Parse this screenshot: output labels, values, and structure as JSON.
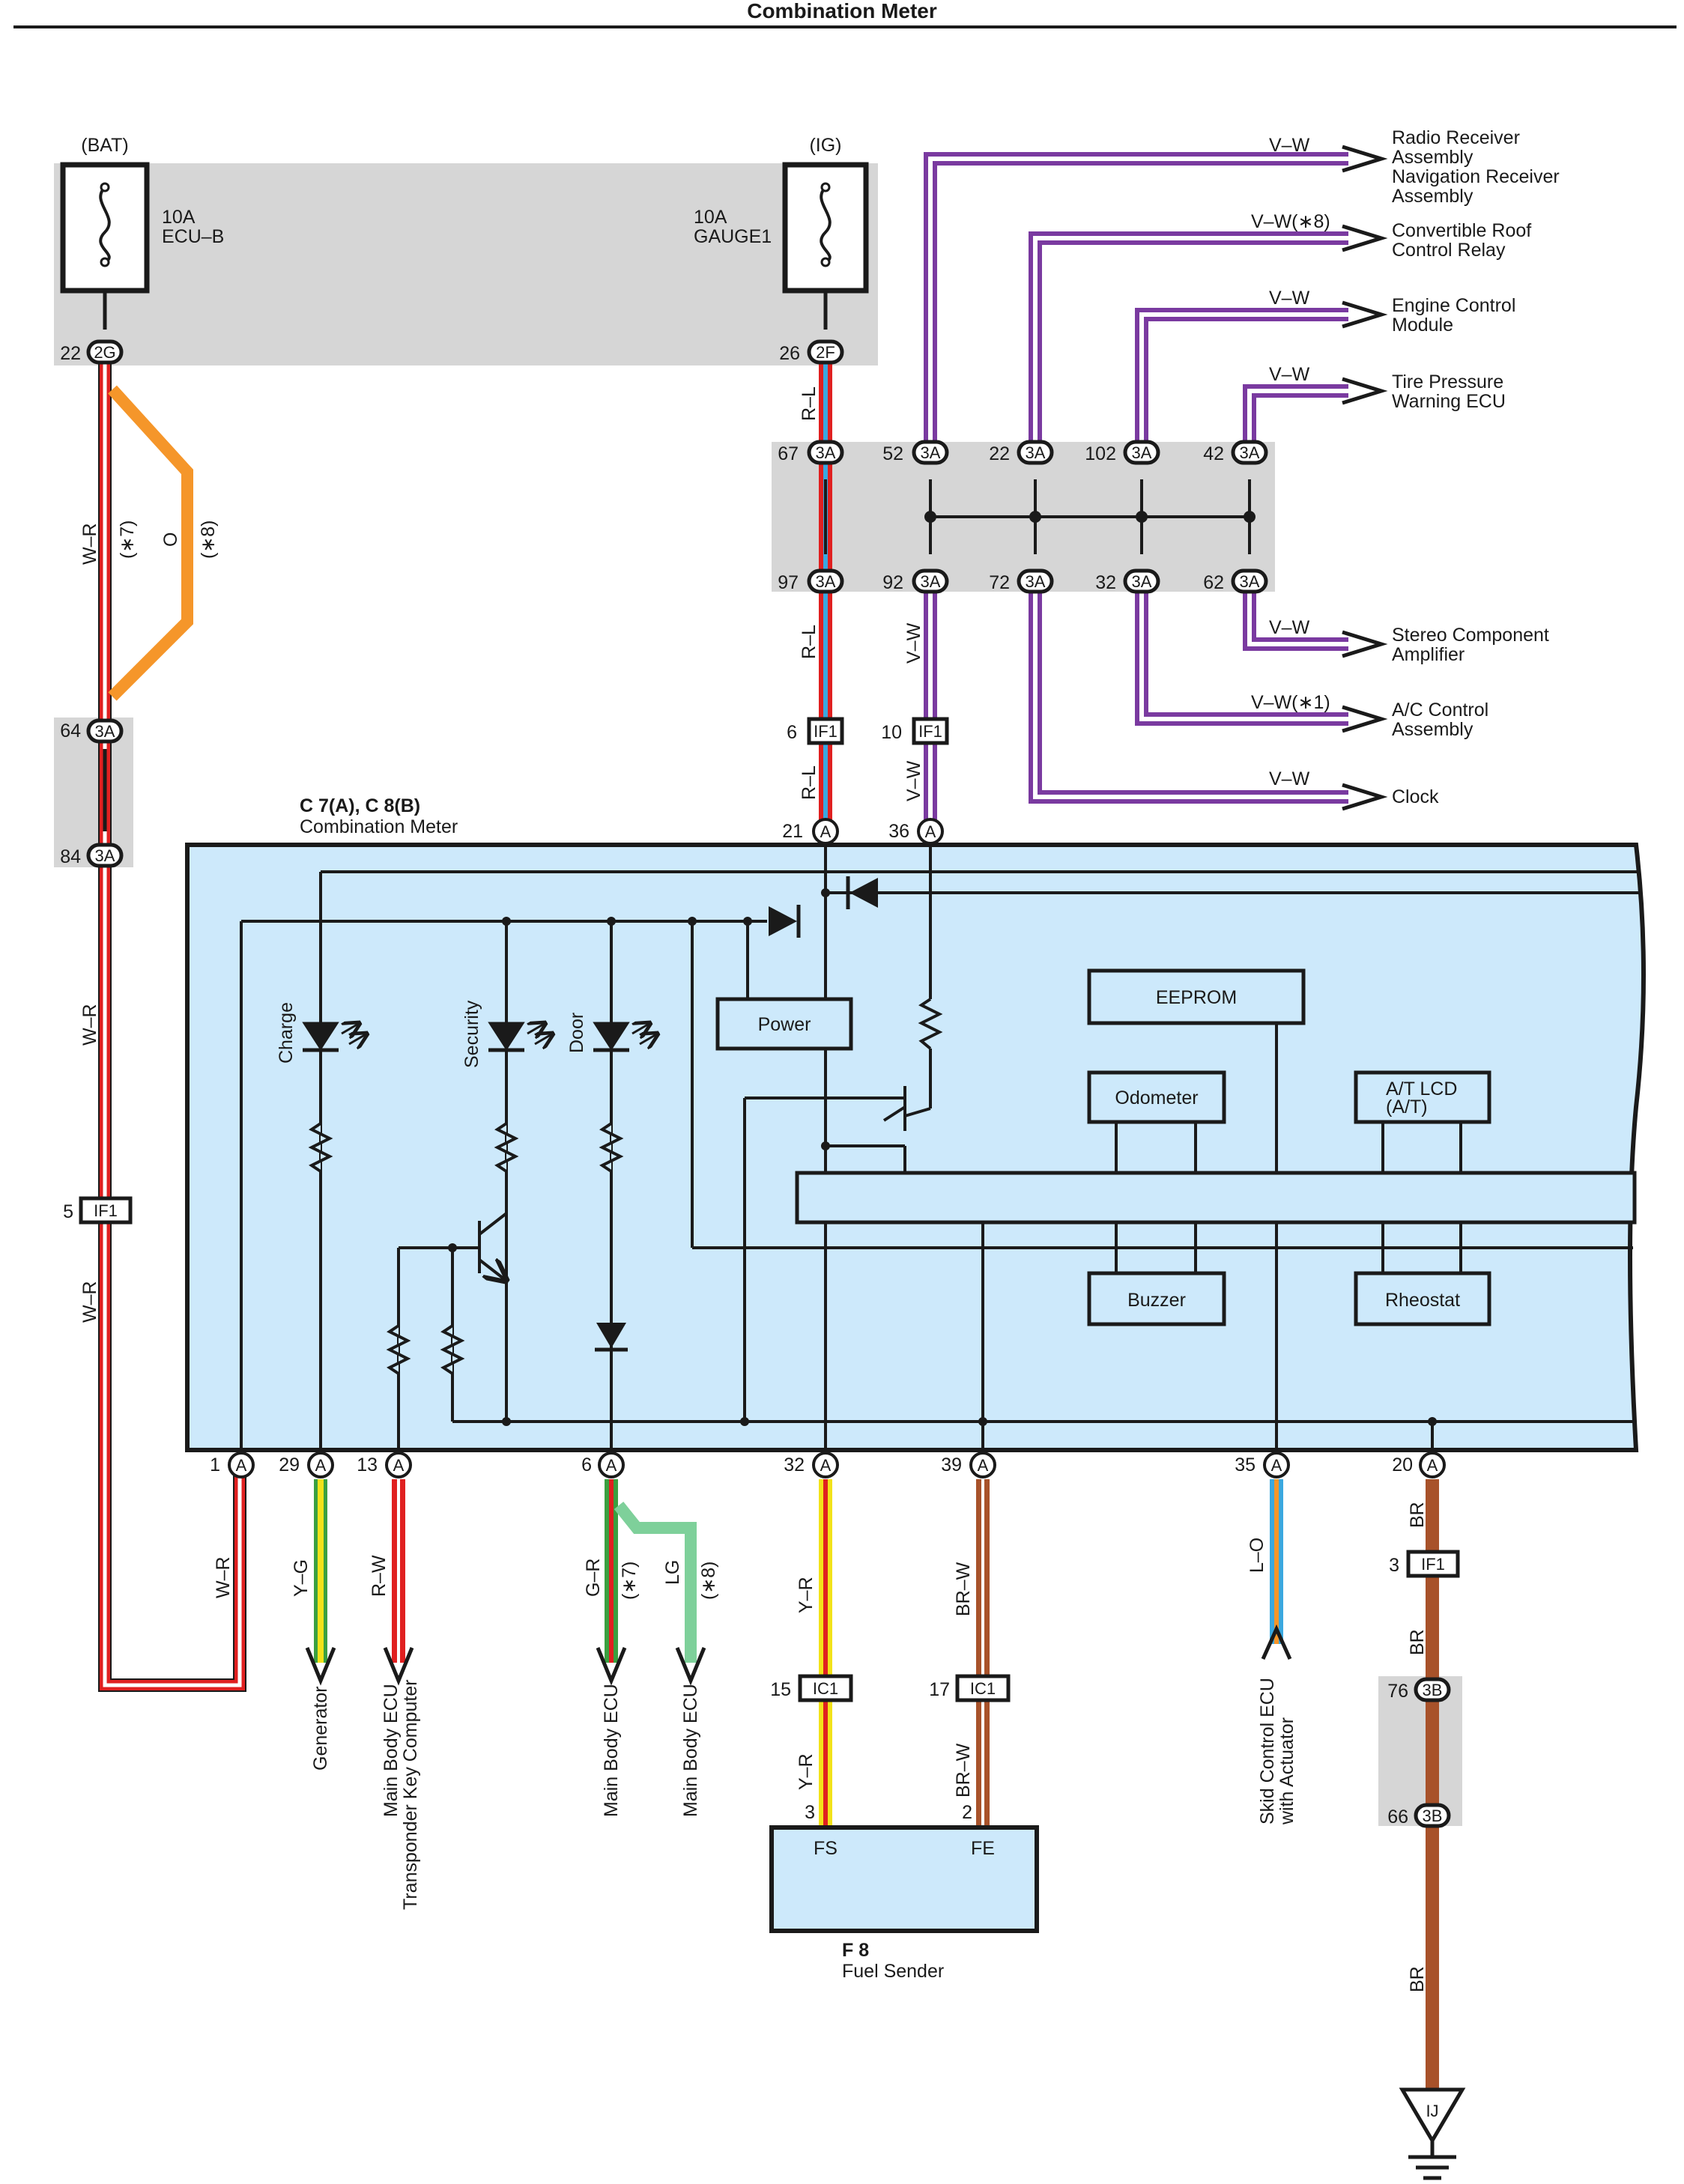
{
  "title": "Combination Meter",
  "power": {
    "bat_label": "(BAT)",
    "ig_label": "(IG)",
    "fuse1_amp": "10A",
    "fuse1_name": "ECU–B",
    "fuse2_amp": "10A",
    "fuse2_name": "GAUGE1"
  },
  "connectors": {
    "c2G": "2G",
    "c2F": "2F",
    "c3A": "3A",
    "c3B": "3B",
    "cIF1": "IF1",
    "cIC1": "IC1",
    "cA": "A",
    "ground": "IJ"
  },
  "pins": {
    "p22": "22",
    "p26": "26",
    "p67": "67",
    "p52": "52",
    "p22b": "22",
    "p102": "102",
    "p42": "42",
    "p97": "97",
    "p92": "92",
    "p72": "72",
    "p32": "32",
    "p62": "62",
    "p6": "6",
    "p10": "10",
    "p21": "21",
    "p36": "36",
    "p64": "64",
    "p84": "84",
    "p5": "5",
    "b1": "1",
    "b29": "29",
    "b13": "13",
    "b6": "6",
    "b32": "32",
    "b39": "39",
    "b35": "35",
    "b20": "20",
    "p15": "15",
    "p17": "17",
    "p3": "3",
    "p2": "2",
    "p3r": "3",
    "p76": "76",
    "p66": "66"
  },
  "wires": {
    "WR": "W–R",
    "RL": "R–L",
    "O": "O",
    "VW": "V–W",
    "VW8": "V–W(∗8)",
    "VW1": "V–W(∗1)",
    "YG": "Y–G",
    "RW": "R–W",
    "GR": "G–R",
    "LG": "LG",
    "YR": "Y–R",
    "BRW": "BR–W",
    "LO": "L–O",
    "BR": "BR",
    "s7": "(∗7)",
    "s8": "(∗8)"
  },
  "destinations": {
    "radio1": "Radio Receiver",
    "radio2": "Assembly",
    "radio3": "Navigation Receiver",
    "radio4": "Assembly",
    "roof1": "Convertible Roof",
    "roof2": "Control Relay",
    "ecm1": "Engine Control",
    "ecm2": "Module",
    "tire1": "Tire Pressure",
    "tire2": "Warning ECU",
    "stereo1": "Stereo Component",
    "stereo2": "Amplifier",
    "ac1": "A/C Control",
    "ac2": "Assembly",
    "clock": "Clock",
    "generator": "Generator",
    "mbecu": "Main Body ECU",
    "tkc": "Transponder Key Computer",
    "mbecu2": "Main Body ECU",
    "mbecu3": "Main Body ECU",
    "skid1": "Skid Control ECU",
    "skid2": "with Actuator"
  },
  "meter": {
    "id": "C 7(A), C 8(B)",
    "name": "Combination Meter",
    "charge": "Charge",
    "security": "Security",
    "door": "Door",
    "power": "Power",
    "eeprom": "EEPROM",
    "odometer": "Odometer",
    "atlcd1": "A/T LCD",
    "atlcd2": "(A/T)",
    "buzzer": "Buzzer",
    "rheostat": "Rheostat"
  },
  "fuel": {
    "id": "F 8",
    "name": "Fuel Sender",
    "fs": "FS",
    "fe": "FE"
  },
  "colors": {
    "grey_band": "#d6d6d6",
    "meter_fill": "#cde9fb",
    "white": "#ffffff",
    "red": "#e02020",
    "blue": "#3aa8e0",
    "orange": "#f5962a",
    "violet": "#7a3aa0",
    "yellow": "#f2e21a",
    "green": "#3aa040",
    "light_green": "#7ed09a",
    "brown": "#a8522a",
    "black": "#1a1a1a"
  }
}
